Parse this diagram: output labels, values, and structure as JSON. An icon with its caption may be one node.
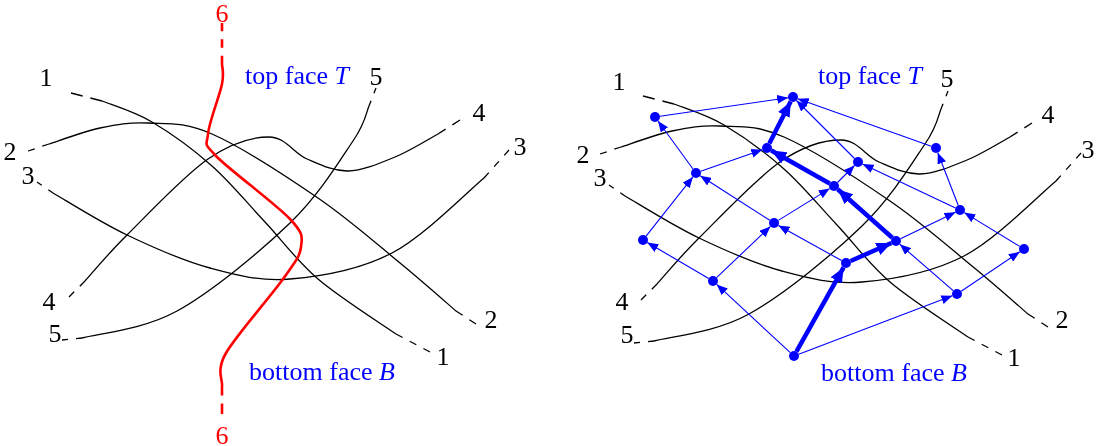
{
  "diagram": {
    "nodes": [
      {
        "text": [],
        "shape": "circle",
        "beside": [
          "top face *T*"
        ]
      },
      {
        "text": [],
        "shape": "circle"
      },
      {
        "text": [],
        "shape": "circle"
      },
      {
        "text": [],
        "shape": "circle"
      },
      {
        "text": [],
        "shape": "circle"
      },
      {
        "text": [],
        "shape": "circle"
      },
      {
        "text": [],
        "shape": "circle"
      },
      {
        "text": [],
        "shape": "circle"
      },
      {
        "text": [],
        "shape": "circle"
      },
      {
        "text": [],
        "shape": "circle"
      },
      {
        "text": [],
        "shape": "circle"
      },
      {
        "text": [],
        "shape": "circle"
      },
      {
        "text": [],
        "shape": "circle"
      },
      {
        "text": [],
        "shape": "circle"
      },
      {
        "text": [],
        "shape": "circle"
      },
      {
        "text": [],
        "shape": "circle",
        "beside": [
          "bottom face *B*"
        ]
      }
    ],
    "edges": [
      {
        "from": 1,
        "to": 0,
        "arrow": "to"
      },
      {
        "from": 2,
        "to": 0,
        "arrow": "to",
        "style": "thick"
      },
      {
        "from": 4,
        "to": 0,
        "arrow": "to"
      },
      {
        "from": 3,
        "to": 0,
        "arrow": "to"
      },
      {
        "from": 5,
        "to": 1,
        "arrow": "to"
      },
      {
        "from": 5,
        "to": 2,
        "arrow": "to"
      },
      {
        "from": 9,
        "to": 5,
        "arrow": "to"
      },
      {
        "from": 8,
        "to": 5,
        "arrow": "to"
      },
      {
        "from": 6,
        "to": 2,
        "arrow": "to",
        "style": "thick"
      },
      {
        "from": 7,
        "to": 3,
        "arrow": "to"
      },
      {
        "from": 7,
        "to": 4,
        "arrow": "to"
      },
      {
        "from": 10,
        "to": 7,
        "arrow": "to"
      },
      {
        "from": 11,
        "to": 7,
        "arrow": "to"
      },
      {
        "from": 10,
        "to": 6,
        "arrow": "to",
        "style": "thick"
      },
      {
        "from": 6,
        "to": 4,
        "arrow": "to"
      },
      {
        "from": 8,
        "to": 6,
        "arrow": "to"
      },
      {
        "from": 14,
        "to": 10,
        "arrow": "to"
      },
      {
        "from": 14,
        "to": 11,
        "arrow": "to"
      },
      {
        "from": 15,
        "to": 14,
        "arrow": "to"
      },
      {
        "from": 15,
        "to": 12,
        "arrow": "to",
        "style": "thick"
      },
      {
        "from": 12,
        "to": 10,
        "arrow": "to",
        "style": "thick"
      },
      {
        "from": 15,
        "to": 13,
        "arrow": "to"
      },
      {
        "from": 13,
        "to": 9,
        "arrow": "to"
      },
      {
        "from": 13,
        "to": 8,
        "arrow": "to"
      },
      {
        "from": 12,
        "to": 8,
        "arrow": "to"
      }
    ],
    "labels": [
      "6",
      "1",
      "top face *T*",
      "5",
      "4",
      "2",
      "3",
      "3",
      "4",
      "2",
      "5",
      "1",
      "bottom face *B*",
      "6",
      "1",
      "5",
      "4",
      "2",
      "3",
      "3",
      "4",
      "2",
      "5",
      "1"
    ]
  }
}
